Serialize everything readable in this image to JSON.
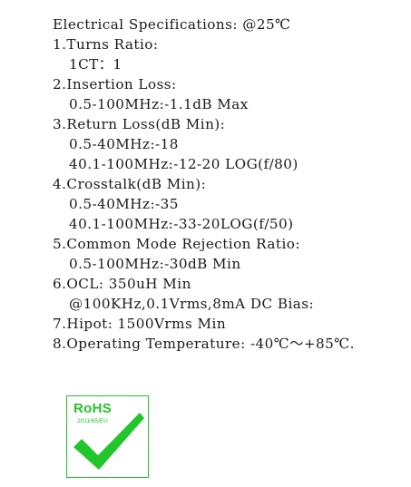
{
  "specs": {
    "heading": "Electrical Specifications: @25℃",
    "turns_ratio": {
      "label": "1.Turns Ratio:",
      "value": "1CT：1"
    },
    "insertion_loss": {
      "label": "2.Insertion Loss:",
      "value": "0.5-100MHz:-1.1dB Max"
    },
    "return_loss": {
      "label": "3.Return Loss(dB Min):",
      "values": [
        "0.5-40MHz:-18",
        "40.1-100MHz:-12-20 LOG(f/80)"
      ]
    },
    "crosstalk": {
      "label": "4.Crosstalk(dB Min):",
      "values": [
        "0.5-40MHz:-35",
        "40.1-100MHz:-33-20LOG(f/50)"
      ]
    },
    "cmrr": {
      "label": "5.Common Mode Rejection Ratio:",
      "value": "0.5-100MHz:-30dB Min"
    },
    "ocl": {
      "label": "6.OCL: 350uH Min",
      "condition": "@100KHz,0.1Vrms,8mA DC Bias:"
    },
    "hipot": "7.Hipot: 1500Vrms Min",
    "operating_temp": "8.Operating Temperature: -40℃～+85℃."
  },
  "rohs": {
    "title": "RoHS",
    "directive": "2011/65/EU",
    "color": "#22c52a"
  }
}
